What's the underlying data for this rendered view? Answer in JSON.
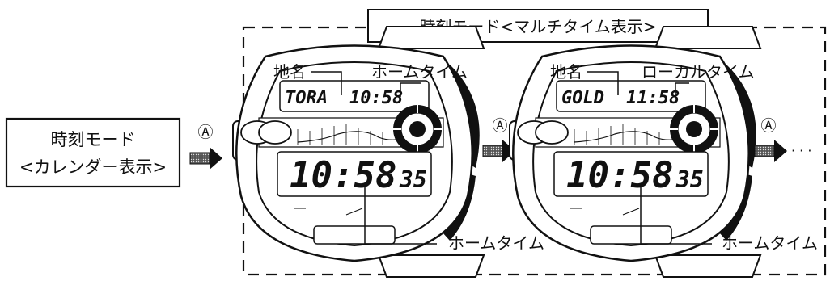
{
  "title": "時刻モード<マルチタイム表示>",
  "start_box": {
    "line1": "時刻モード",
    "line2": "<カレンダー表示>"
  },
  "button_symbol": "Ⓐ",
  "ellipsis": "· · ·",
  "watches": [
    {
      "city_label": "地名",
      "top_label": "ホームタイム",
      "bottom_label": "ホームタイム",
      "city_code": "TORA",
      "upper_time": "10:58",
      "main_time": "10:58",
      "seconds": "35"
    },
    {
      "city_label": "地名",
      "top_label": "ローカルタイム",
      "bottom_label": "ホームタイム",
      "city_code": "GOLD",
      "upper_time": "11:58",
      "main_time": "10:58",
      "seconds": "35"
    }
  ]
}
